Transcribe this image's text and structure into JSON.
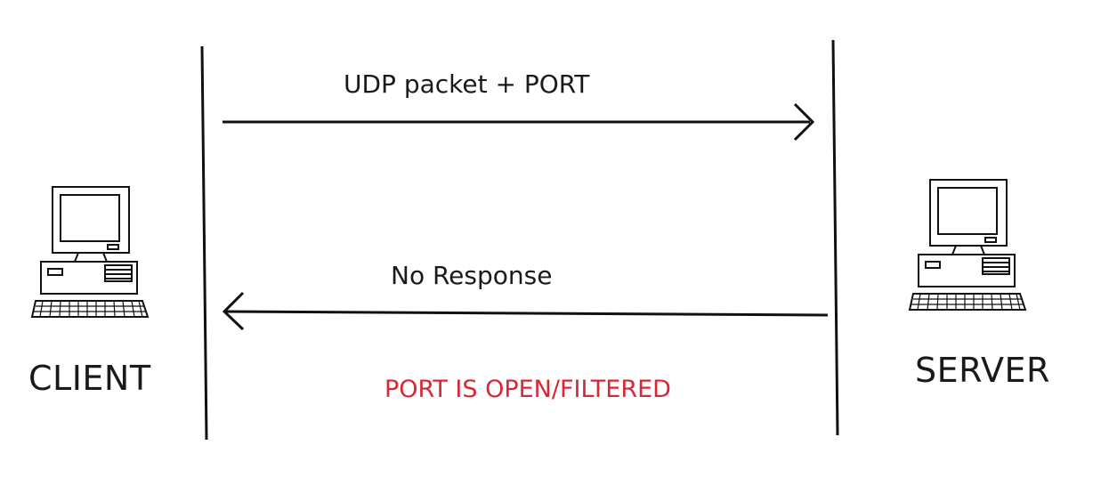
{
  "messages": {
    "request_label": "UDP packet + PORT",
    "response_label": "No Response"
  },
  "nodes": {
    "client_label": "CLIENT",
    "server_label": "SERVER"
  },
  "result": {
    "status_text": "PORT IS OPEN/FILTERED",
    "status_color": "#d62836"
  },
  "icons": {
    "client": "computer-icon",
    "server": "computer-icon"
  }
}
